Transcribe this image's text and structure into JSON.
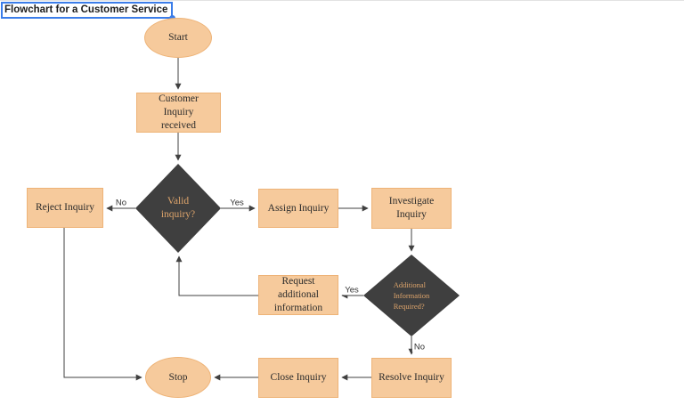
{
  "title": {
    "text": "Flowchart for a Customer Service"
  },
  "colors": {
    "node_fill": "#f6ca9c",
    "node_border": "#eeb377",
    "decision_fill": "#3f3f3f",
    "decision_text": "#dda46b",
    "edge_line": "#404040",
    "selection_blue": "#3b7de9",
    "node_text": "#2b2b2b"
  },
  "nodes": {
    "start": {
      "label": "Start",
      "shape": "ellipse"
    },
    "customer": {
      "label": "Customer\nInquiry\nreceived",
      "shape": "rect"
    },
    "valid": {
      "label": "Valid\ninquiry?",
      "shape": "diamond"
    },
    "reject": {
      "label": "Reject Inquiry",
      "shape": "rect"
    },
    "assign": {
      "label": "Assign Inquiry",
      "shape": "rect"
    },
    "investigate": {
      "label": "Investigate\nInquiry",
      "shape": "rect"
    },
    "addinfo": {
      "label": "Additional\nInformation\nRequired?",
      "shape": "diamond"
    },
    "request": {
      "label": "Request\nadditional\ninformation",
      "shape": "rect"
    },
    "resolve": {
      "label": "Resolve Inquiry",
      "shape": "rect"
    },
    "close": {
      "label": "Close Inquiry",
      "shape": "rect"
    },
    "stop": {
      "label": "Stop",
      "shape": "ellipse"
    }
  },
  "edge_labels": {
    "valid_no": "No",
    "valid_yes": "Yes",
    "addinfo_yes": "Yes",
    "addinfo_no": "No"
  }
}
